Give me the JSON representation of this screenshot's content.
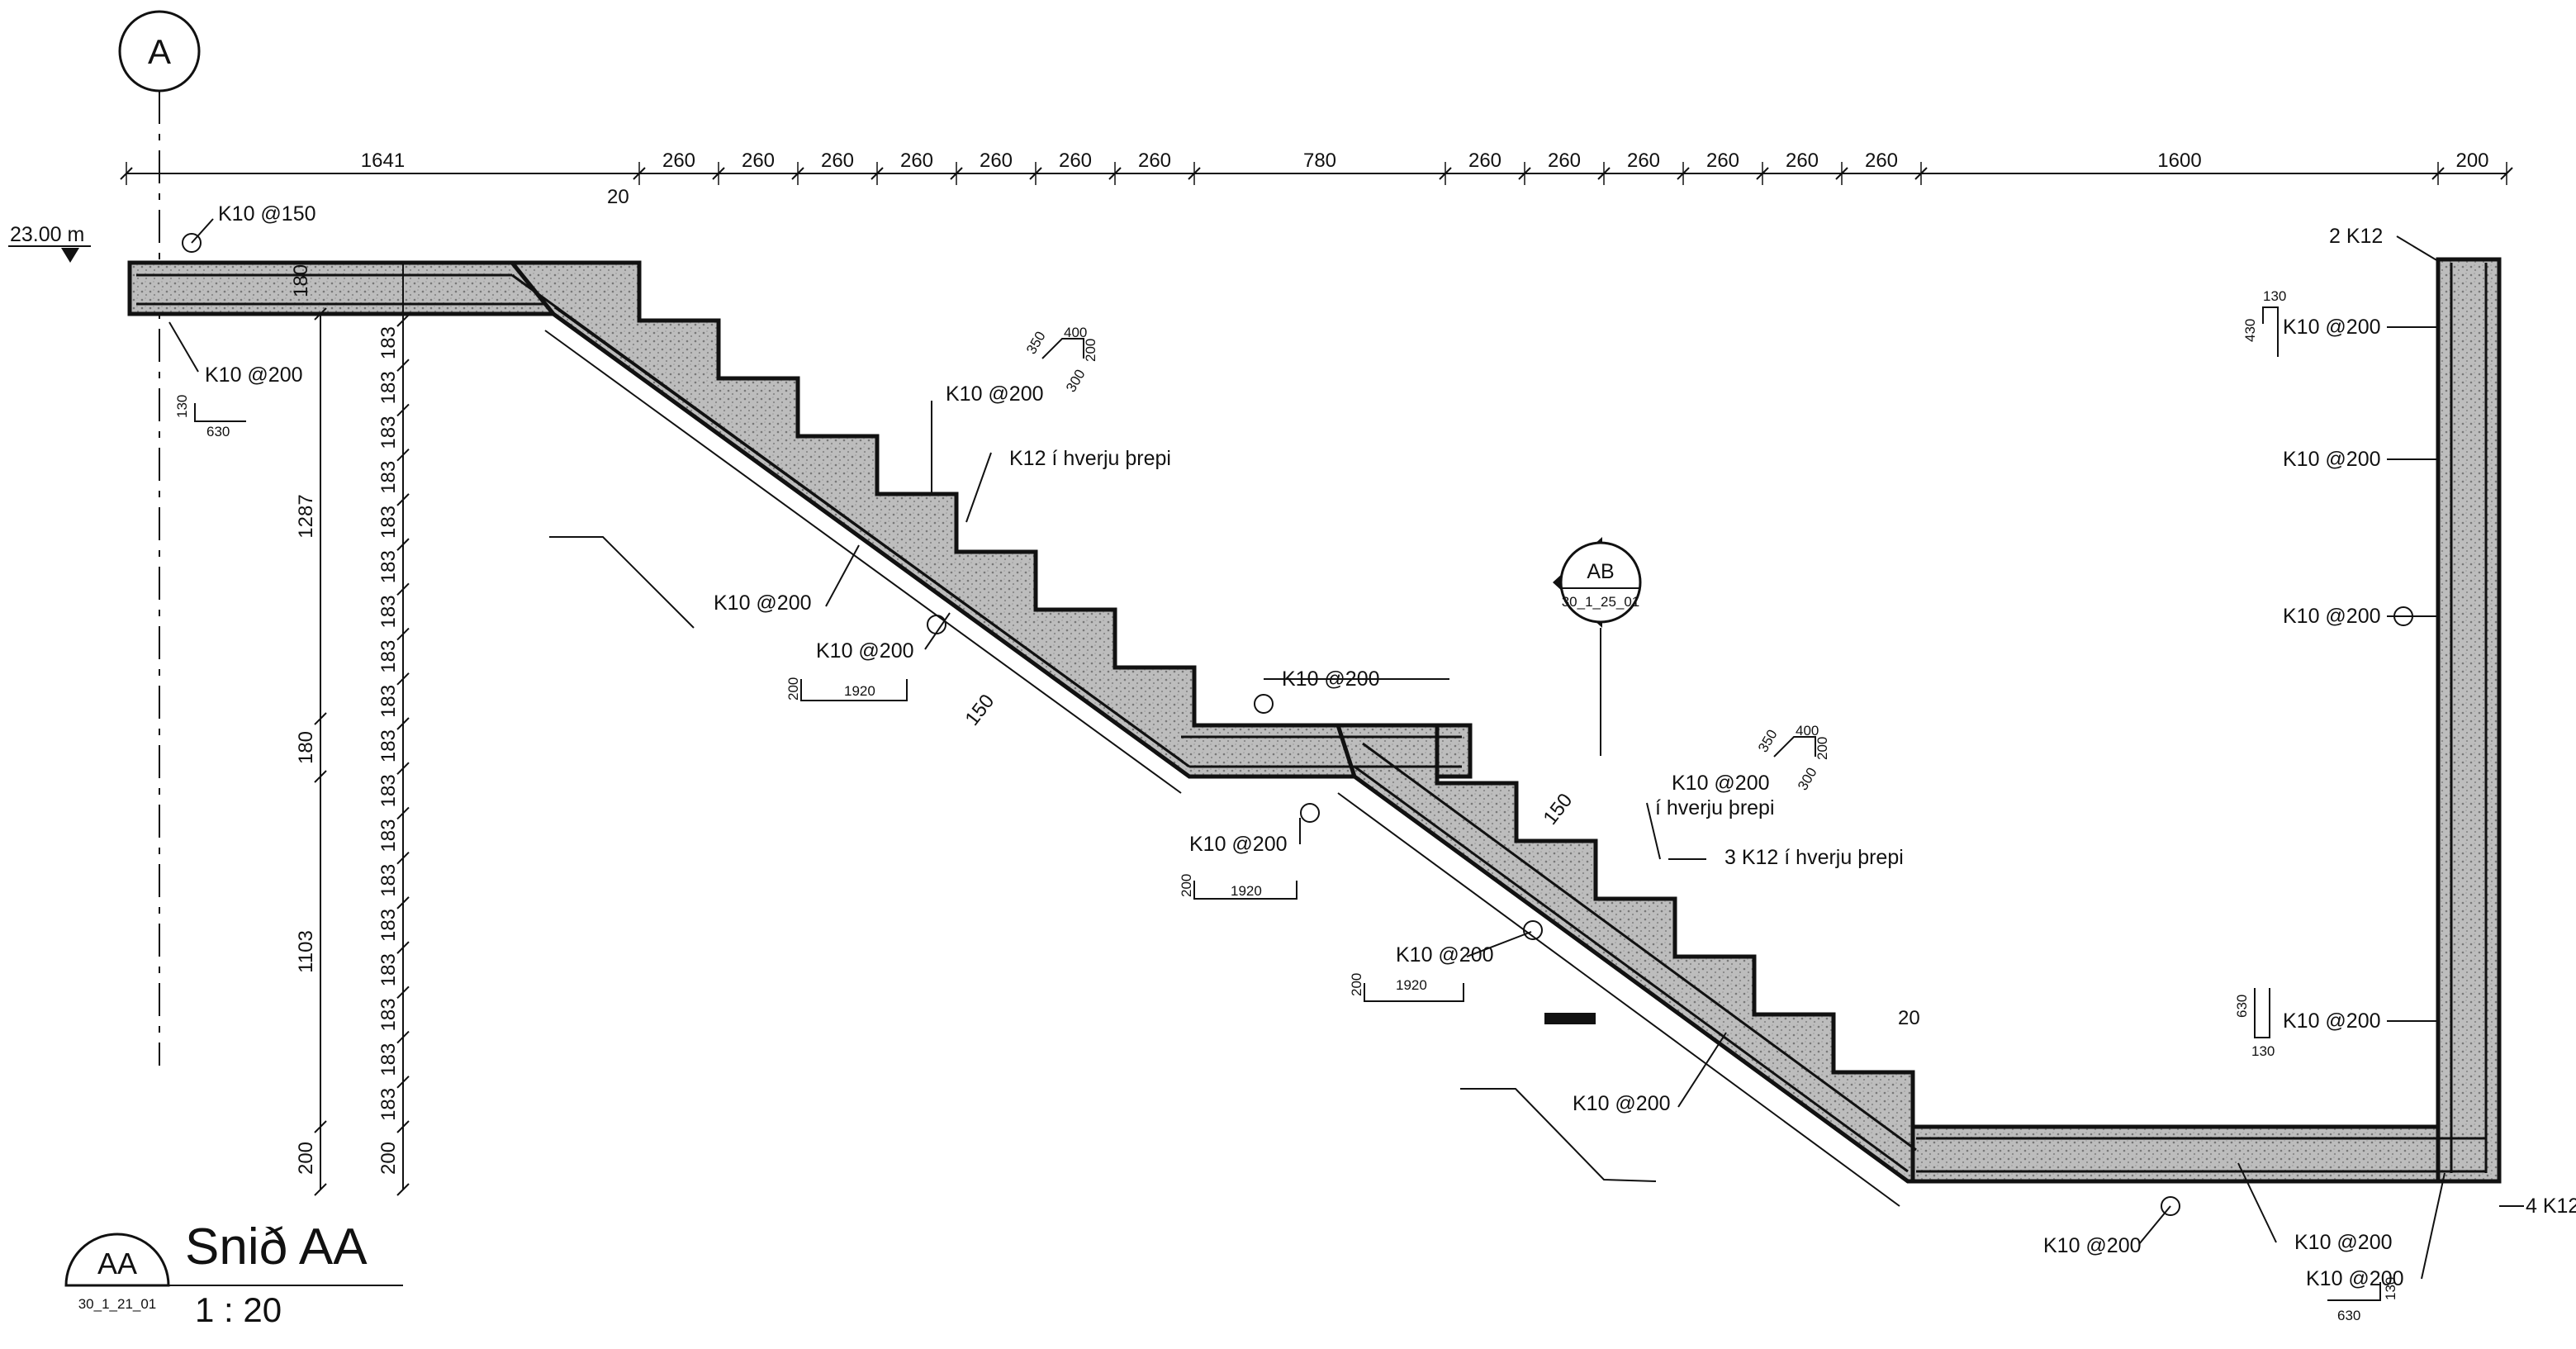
{
  "grid_bubble": "A",
  "elevation": "23.00 m",
  "title": "Snið AA",
  "scale": "1 : 20",
  "section_ref": {
    "letter": "AA",
    "sheet": "30_1_21_01"
  },
  "detail_ref": {
    "letter": "AB",
    "sheet": "30_1_25_01"
  },
  "top_dims": [
    "1641",
    "260",
    "260",
    "260",
    "260",
    "260",
    "260",
    "260",
    "780",
    "260",
    "260",
    "260",
    "260",
    "260",
    "260",
    "1600",
    "200"
  ],
  "left_outer_dims": [
    "1287",
    "180",
    "1103",
    "200"
  ],
  "left_inner_dims": [
    "183",
    "183",
    "183",
    "183",
    "183",
    "183",
    "183",
    "183",
    "183",
    "183",
    "183",
    "183",
    "183",
    "183",
    "183",
    "183",
    "183",
    "183",
    "200"
  ],
  "labels": {
    "k10_150": "K10 @150",
    "k10_200": "K10 @200",
    "k12_step": "K12 í hverju þrepi",
    "k10_step": "K10 @200",
    "k10_step2": "í hverju þrepi",
    "k12_3_step": "3 K12 í hverju þrepi",
    "k12_2": "2 K12",
    "k12_4": "4 K12",
    "d20": "20",
    "d150": "150",
    "d180": "180"
  },
  "bar_marks": {
    "l130": "130",
    "l630": "630",
    "l200": "200",
    "l1920": "1920",
    "l430": "430",
    "l350": "350",
    "l400": "400",
    "l300": "300"
  },
  "colors": {
    "ink": "#111111",
    "concrete": "#b8b8b8",
    "paper": "#ffffff"
  }
}
